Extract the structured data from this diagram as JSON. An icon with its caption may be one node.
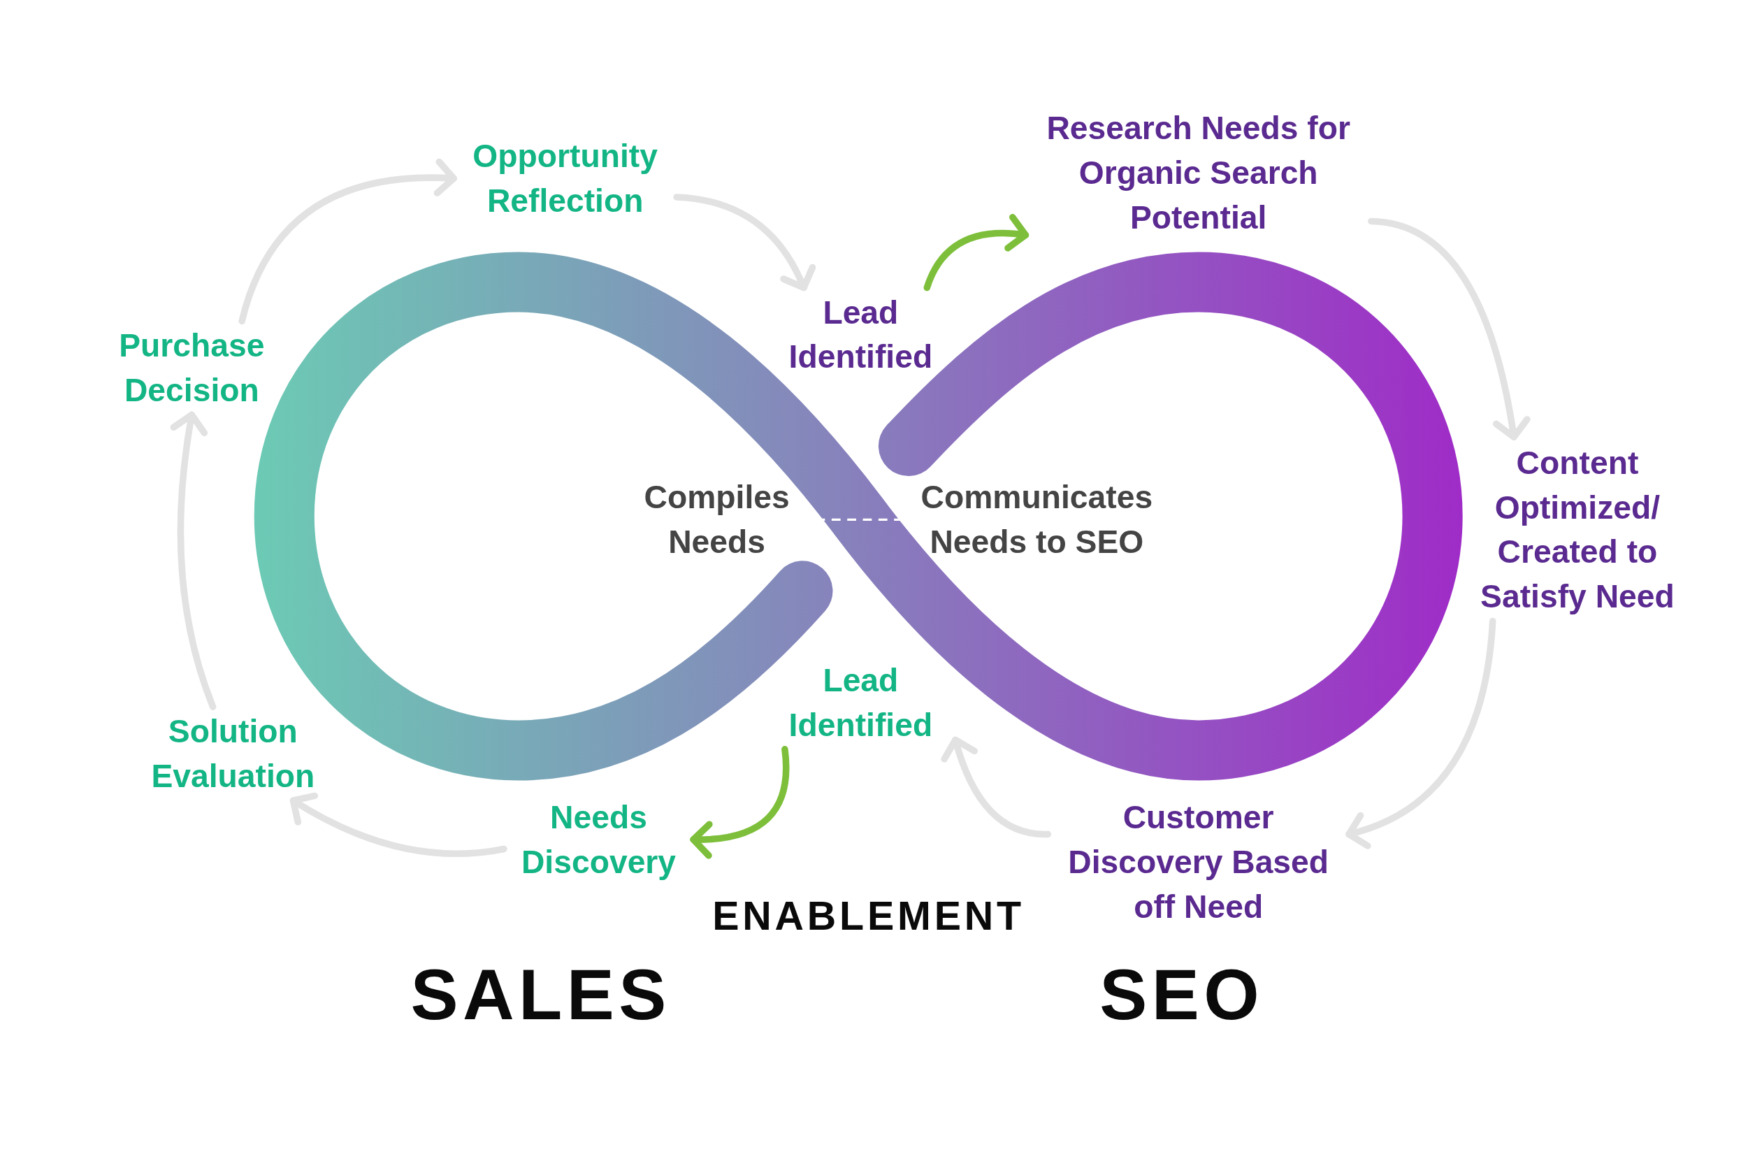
{
  "diagram": {
    "nodes": [
      {
        "text": [
          "Opportunity Reflection"
        ]
      },
      {
        "text": [
          "Lead Identified"
        ]
      },
      {
        "text": [
          "Research Needs for Organic Search Potential"
        ]
      },
      {
        "text": [
          "Content Optimized/ Created to Satisfy Need"
        ]
      },
      {
        "text": [
          "Customer Discovery Based off Need"
        ]
      },
      {
        "text": [
          "Lead Identified"
        ]
      },
      {
        "text": [
          "Needs Discovery"
        ]
      },
      {
        "text": [
          "Solution Evaluation"
        ]
      },
      {
        "text": [
          "Purchase Decision"
        ]
      },
      {
        "text": [
          "Compiles Needs"
        ]
      },
      {
        "text": [
          "Communicates Needs to SEO"
        ]
      }
    ],
    "edges": [
      {
        "from": 8,
        "to": 0,
        "arrow": "to"
      },
      {
        "from": 0,
        "to": 1,
        "arrow": "to"
      },
      {
        "from": 1,
        "to": 2,
        "arrow": "to",
        "color": "#7dbf3a"
      },
      {
        "from": 2,
        "to": 3,
        "arrow": "to"
      },
      {
        "from": 3,
        "to": 4,
        "arrow": "to"
      },
      {
        "from": 4,
        "to": 5,
        "arrow": "to"
      },
      {
        "from": 5,
        "to": 6,
        "arrow": "to",
        "color": "#7dbf3a"
      },
      {
        "from": 6,
        "to": 7,
        "arrow": "to"
      },
      {
        "from": 7,
        "to": 8,
        "arrow": "to"
      },
      {
        "from": 9,
        "to": 10,
        "arrow": "none",
        "style": "dashed",
        "color": "#ffffff"
      }
    ],
    "labels": [
      "ENABLEMENT",
      "SALES",
      "SEO"
    ]
  }
}
